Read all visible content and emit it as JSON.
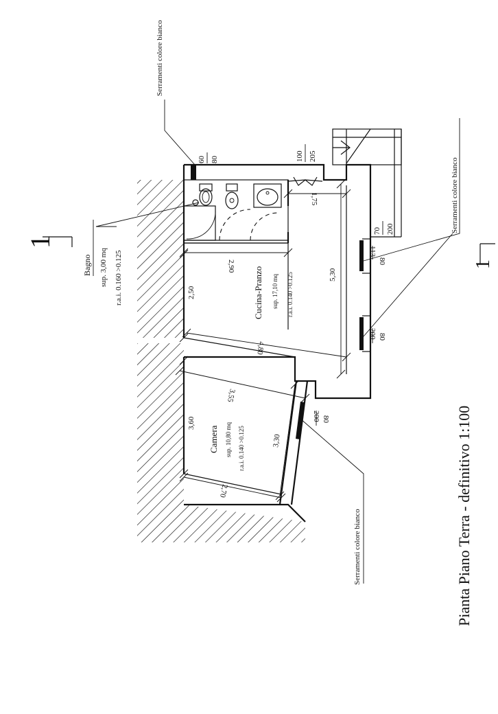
{
  "title": "Pianta Piano Terra  -  definitivo  1:100",
  "section_marks": {
    "top": "1",
    "bottom": "1"
  },
  "rooms": {
    "bagno": {
      "name": "Bagno",
      "area": "sup. 3,00 mq",
      "rai": "r.a.i. 0.160 >0.125"
    },
    "cucina": {
      "name": "Cucina-Pranzo",
      "area": "sup. 17,10 mq",
      "rai": "r.a.i. 0.140 >0.125"
    },
    "camera": {
      "name": "Camera",
      "area": "sup. 10,80 mq",
      "rai": "r.a.i. 0.140 >0.125"
    }
  },
  "window_labels": {
    "top": "Serramenti colore bianco",
    "right": "Serramenti colore bianco",
    "bottom": "Serramenti colore bianco"
  },
  "dimensions": {
    "d_290": "2,90",
    "d_250": "2,50",
    "d_530": "5,30",
    "d_175": "1,75",
    "d_480": "4,80",
    "d_355": "3,55",
    "d_360": "3,60",
    "d_330": "3,30",
    "d_270": "2,70"
  },
  "opening_sizes": {
    "bath_w": "60",
    "bath_h": "80",
    "door_w": "100",
    "door_h": "205",
    "ext_w": "70",
    "ext_h": "200",
    "win1_w": "80",
    "win1_h": "113",
    "win2_w": "80",
    "win2_h": "200",
    "win3_w": "80",
    "win3_h": "200"
  }
}
